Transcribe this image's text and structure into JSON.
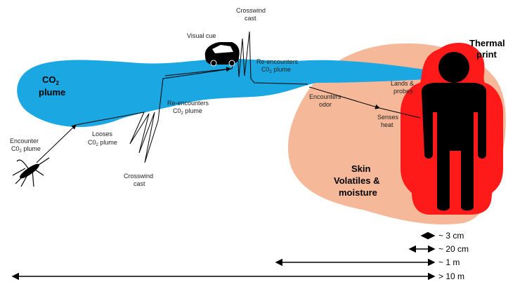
{
  "labels": {
    "co2_plume_a": "CO",
    "co2_plume_sub": "2",
    "co2_plume_b": "plume",
    "encounter_1": "Encounter",
    "encounter_2a": "C0",
    "encounter_2sub": "2",
    "encounter_2b": " plume",
    "looses_1": "Looses",
    "looses_2a": "C0",
    "looses_2sub": "2",
    "looses_2b": " plume",
    "reenc1_1": "Re-encounters",
    "reenc1_2a": "C0",
    "reenc1_2sub": "2",
    "reenc1_2b": " plume",
    "crosswind_bottom_1": "Crosswind",
    "crosswind_bottom_2": "cast",
    "crosswind_top_1": "Crosswind",
    "crosswind_top_2": "cast",
    "visual_cue": "Visual cue",
    "reenc2_1": "Re-encounters",
    "reenc2_2a": "C0",
    "reenc2_2sub": "2",
    "reenc2_2b": " plume",
    "encounters_odor_1": "Encounters",
    "encounters_odor_2": "odor",
    "senses_heat_1": "Senses",
    "senses_heat_2": "heat",
    "lands_1": "Lands &",
    "lands_2": "probes",
    "thermal_1": "Thermal",
    "thermal_2": "print",
    "skin_1": "Skin",
    "skin_2": "Volatiles &",
    "skin_3": "moisture"
  },
  "scale": {
    "s1": "~ 3 cm",
    "s2": "~ 20 cm",
    "s3": "~ 1 m",
    "s4": "> 10 m"
  },
  "colors": {
    "plume": "#1aa7e2",
    "skin": "#f5b99a",
    "thermal": "#ff1a1a",
    "body": "#000000"
  }
}
